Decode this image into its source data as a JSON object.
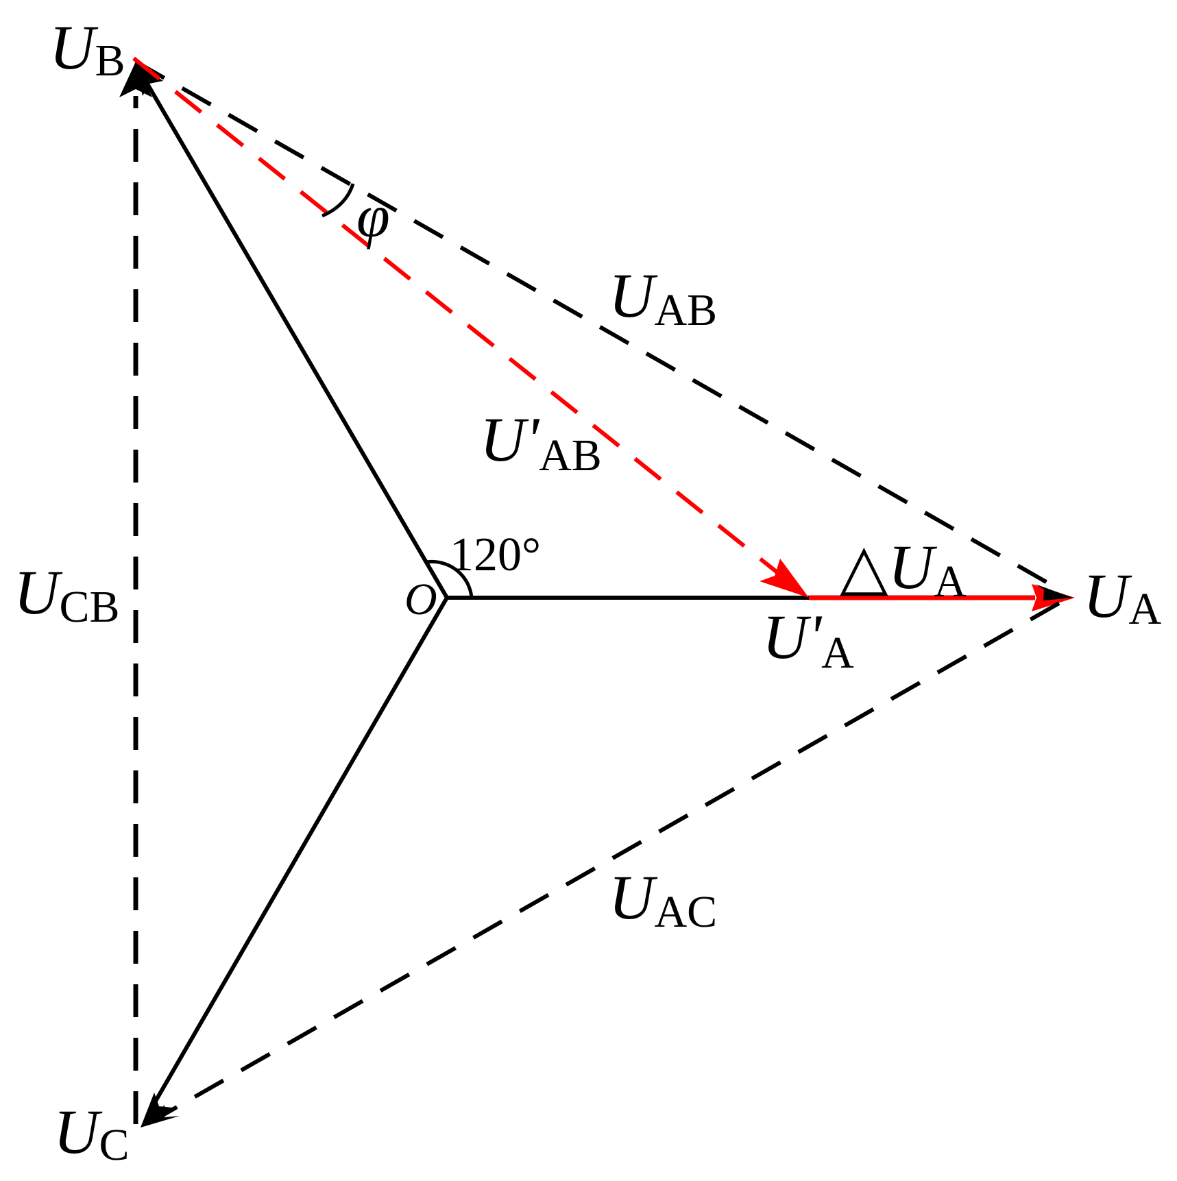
{
  "diagram": {
    "labels": {
      "ub": {
        "main": "U",
        "sub": "B"
      },
      "uc": {
        "main": "U",
        "sub": "C"
      },
      "ua": {
        "main": "U",
        "sub": "A"
      },
      "ua_prime": {
        "main": "U'",
        "sub": "A"
      },
      "uab": {
        "main": "U",
        "sub": "AB"
      },
      "uab_prime": {
        "main": "U'",
        "sub": "AB"
      },
      "uac": {
        "main": "U",
        "sub": "AC"
      },
      "ucb": {
        "main": "U",
        "sub_italic": "C",
        "sub": "B"
      },
      "delta_ua": {
        "symbol": "△",
        "main": "U",
        "sub": "A"
      },
      "origin": "O",
      "angle": "120°",
      "phi": "φ"
    },
    "colors": {
      "phase": "#000000",
      "line_voltage": "#000000",
      "shifted": "#ff0000"
    }
  }
}
